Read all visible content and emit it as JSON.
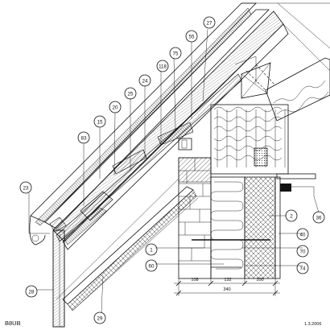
{
  "drawing": {
    "code": "B8UB",
    "date": "1.3.2006"
  },
  "callouts": [
    "27",
    "55",
    "75",
    "118",
    "24",
    "25",
    "20",
    "15",
    "83",
    "23",
    "2",
    "36",
    "40",
    "70",
    "74",
    "1",
    "60",
    "28",
    "29"
  ],
  "dimensions": {
    "segments": [
      "108",
      "132",
      "100"
    ],
    "total": "340"
  }
}
